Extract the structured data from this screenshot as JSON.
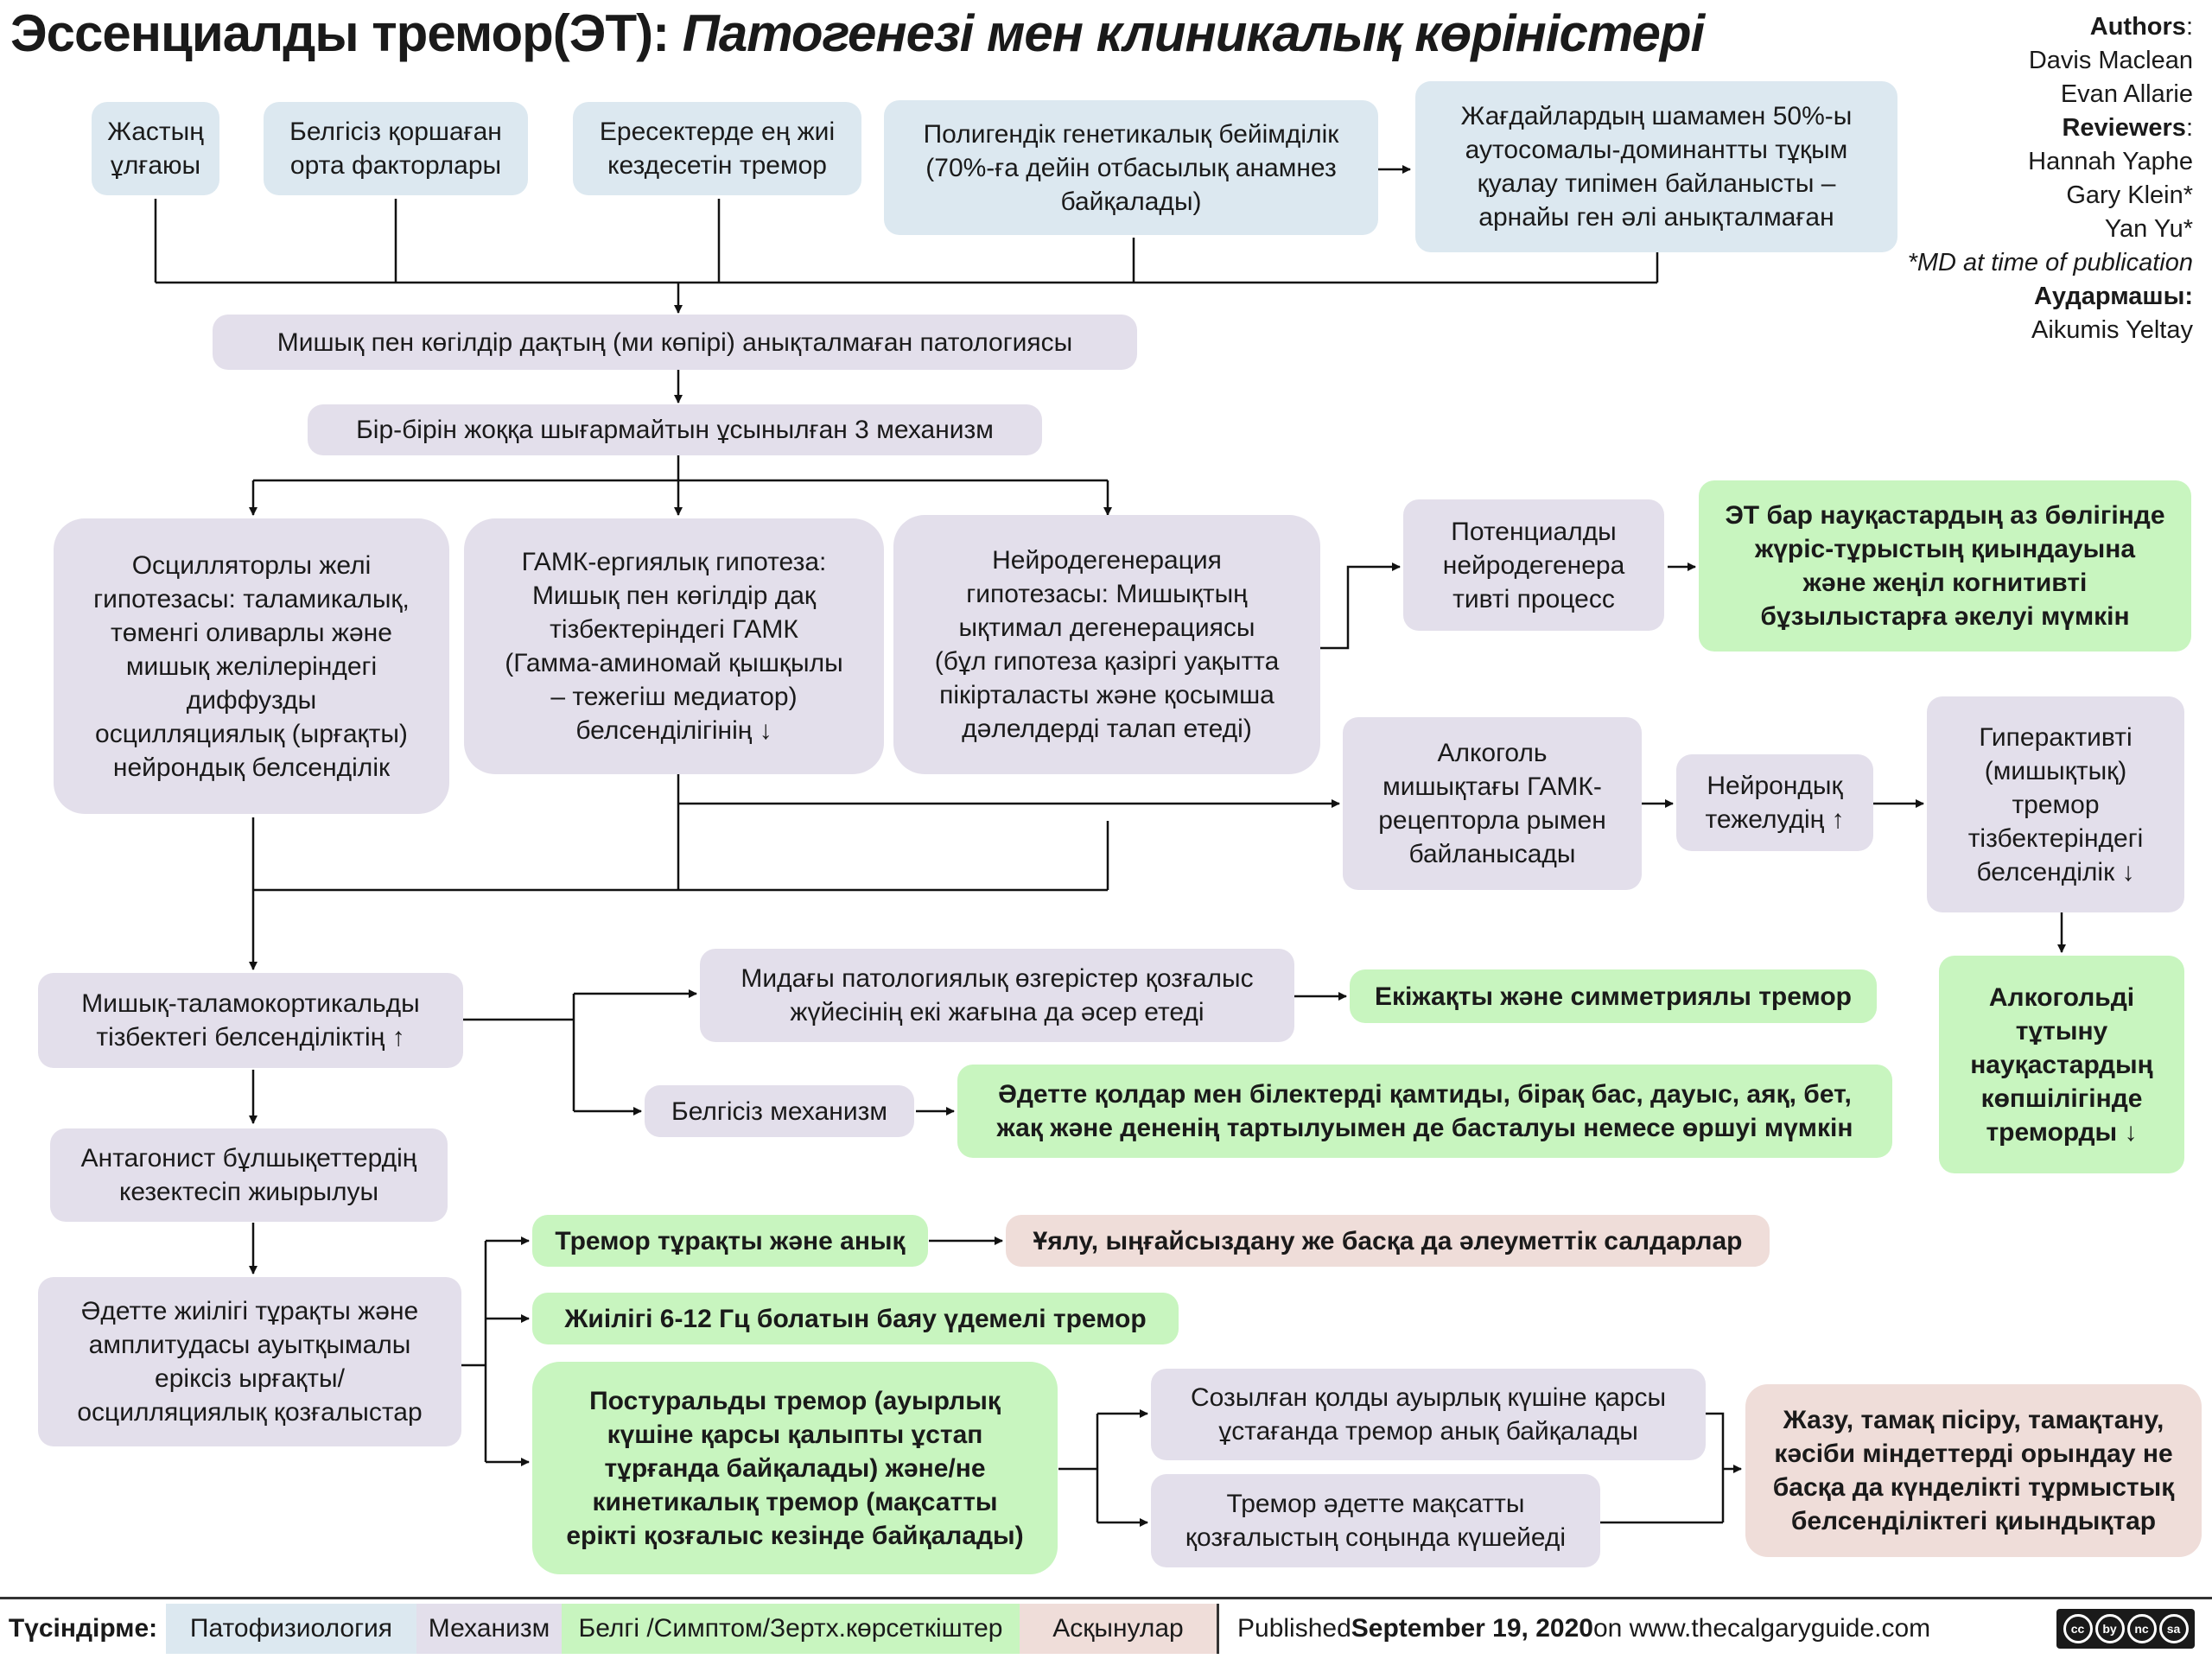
{
  "title": {
    "main": "Эссенциалды тремор(ЭТ): ",
    "italic": "Патогенезі мен клиникалық көріністері"
  },
  "credits": {
    "authors_label": "Authors",
    "authors": [
      "Davis Maclean",
      "Evan Allarie"
    ],
    "reviewers_label": "Reviewers",
    "reviewers": [
      "Hannah Yaphe",
      "Gary Klein*",
      "Yan Yu*"
    ],
    "note": "*MD at time of publication",
    "translator_label": "Аудармашы:",
    "translator": "Aikumis Yeltay"
  },
  "nodes": {
    "age": "Жастың\nұлғаюы",
    "env": "Белгісіз қоршаған\nорта факторлары",
    "common": "Ересектерде ең жиі\nкездесетін тремор",
    "genetic": "Полигендік генетикалық бейімділік\n(70%-ға дейін отбасылық анамнез\nбайқалады)",
    "autosomal": "Жағдайлардың шамамен 50%-ы\nаутосомалы-доминантты тұқым\nқуалау типімен байланысты –\nарнайы ген әлі анықталмаған",
    "pathology": "Мишық пен көгілдір дақтың (ми көпірі) анықталмаған патологиясы",
    "three_mech": "Бір-бірін жоққа шығармайтын ұсынылған 3 механизм",
    "oscillatory": "Осцилляторлы желі\nгипотезасы: таламикалық,\nтөменгі оливарлы және\nмишық желілеріндегі\nдиффузды\nосцилляциялық (ырғақты)\nнейрондық белсенділік",
    "gaba": "ГАМК-ергиялық гипотеза:\nМишық пен көгілдір дақ\nтізбектеріндегі ГАМК\n(Гамма-аминомай қышқылы\n– тежегіш медиатор)\nбелсенділігінің ↓",
    "neurodegen": "Нейродегенерация\nгипотезасы: Мишықтың\nықтимал дегенерациясы\n(бұл гипотеза қазіргі уақытта\nпікірталасты және қосымша\nдәлелдерді талап етеді)",
    "potential": "Потенциалды\nнейродегенера\nтивті процесс",
    "gait": "ЭТ бар науқастардың аз бөлігінде\nжүріс-тұрыстың қиындауына\nжәне жеңіл когнитивті\nбұзылыстарға әкелуі мүмкін",
    "alcohol": "Алкоголь\nмишықтағы ГАМК-\nрецепторла рымен\nбайланысады",
    "inhibition": "Нейрондық\nтежелудің ↑",
    "hyperactive": "Гиперактивті\n(мишықтық)\nтремор\nтізбектеріндегі\nбелсенділік ↓",
    "alcohol_reduce": "Алкогольді\nтұтыну\nнауқастардың\nкөпшілігінде\nтреморды ↓",
    "cerebellothalamo": "Мишық-таламокортикальды\nтізбектегі белсенділіктің ↑",
    "pathology_both": "Мидағы патологиялық өзгерістер қозғалыс\nжүйесінің екі жағына да әсер етеді",
    "bilateral": "Екіжақты және симметриялы тремор",
    "unknown_mech": "Белгісіз механизм",
    "hands": "Әдетте қолдар мен білектерді қамтиды, бірақ бас, дауыс, аяқ, бет,\nжақ және дененің тартылуымен де басталуы немесе өршуі мүмкін",
    "antagonist": "Антагонист бұлшықеттердің\nкезектесіп жиырылуы",
    "oscillation": "Әдетте жиілігі тұрақты және\nамплитудасы ауытқымалы\nеріксіз ырғақты/\nосцилляциялық қозғалыстар",
    "persistent": "Тремор тұрақты және анық",
    "embarrass": "Ұялу, ыңғайсыздану же басқа да әлеуметтік салдарлар",
    "frequency": "Жиілігі 6-12 Гц болатын баяу үдемелі тремор",
    "postural": "Постуральды тремор (ауырлық\nкүшіне қарсы қалыпты ұстап\nтұрғанда байқалады) және/не\nкинетикалық тремор (мақсатты\nерікті қозғалыс кезінде байқалады)",
    "outstretched": "Созылған қолды ауырлық күшіне қарсы\nұстағанда тремор анық байқалады",
    "endgoal": "Тремор әдетте мақсатты\nқозғалыстың соңында күшейеді",
    "daily": "Жазу, тамақ пісіру, тамақтану,\nкәсіби міндеттерді орындау не\nбасқа да күнделікті тұрмыстық\nбелсенділіктегі қиындықтар"
  },
  "legend": {
    "label": "Түсіндірме:",
    "items": [
      "Патофизиология",
      "Механизм",
      "Белгі /Симптом/Зертх.көрсеткіштер",
      "Асқынулар"
    ]
  },
  "published": {
    "prefix": "Published ",
    "date": "September 19, 2020",
    "suffix": " on www.thecalgaryguide.com"
  },
  "license": [
    "cc",
    "by",
    "nc",
    "sa"
  ],
  "colors": {
    "pathophysiology": "#dce8f0",
    "mechanism": "#e3dfeb",
    "sign": "#c8f5bf",
    "complication": "#efddd9"
  }
}
